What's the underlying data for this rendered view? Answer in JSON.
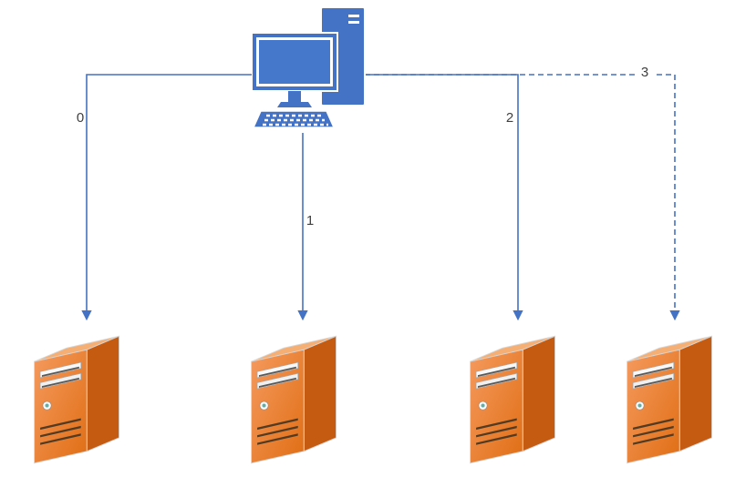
{
  "diagram": {
    "type": "network-topology",
    "client": {
      "name": "client-computer"
    },
    "servers": [
      {
        "name": "server-0"
      },
      {
        "name": "server-1"
      },
      {
        "name": "server-2"
      },
      {
        "name": "server-3"
      }
    ],
    "connections": [
      {
        "label": "0",
        "style": "solid",
        "from": "client-computer",
        "to": "server-0"
      },
      {
        "label": "1",
        "style": "solid",
        "from": "client-computer",
        "to": "server-1"
      },
      {
        "label": "2",
        "style": "solid",
        "from": "client-computer",
        "to": "server-2"
      },
      {
        "label": "3",
        "style": "dashed",
        "from": "client-computer",
        "to": "server-3"
      }
    ],
    "colors": {
      "connection": "#4472C4",
      "client": "#4472C4",
      "server_front": "#ED7D31",
      "server_side": "#C55A11",
      "server_top": "#F5AE73",
      "label_text": "#404040"
    }
  }
}
